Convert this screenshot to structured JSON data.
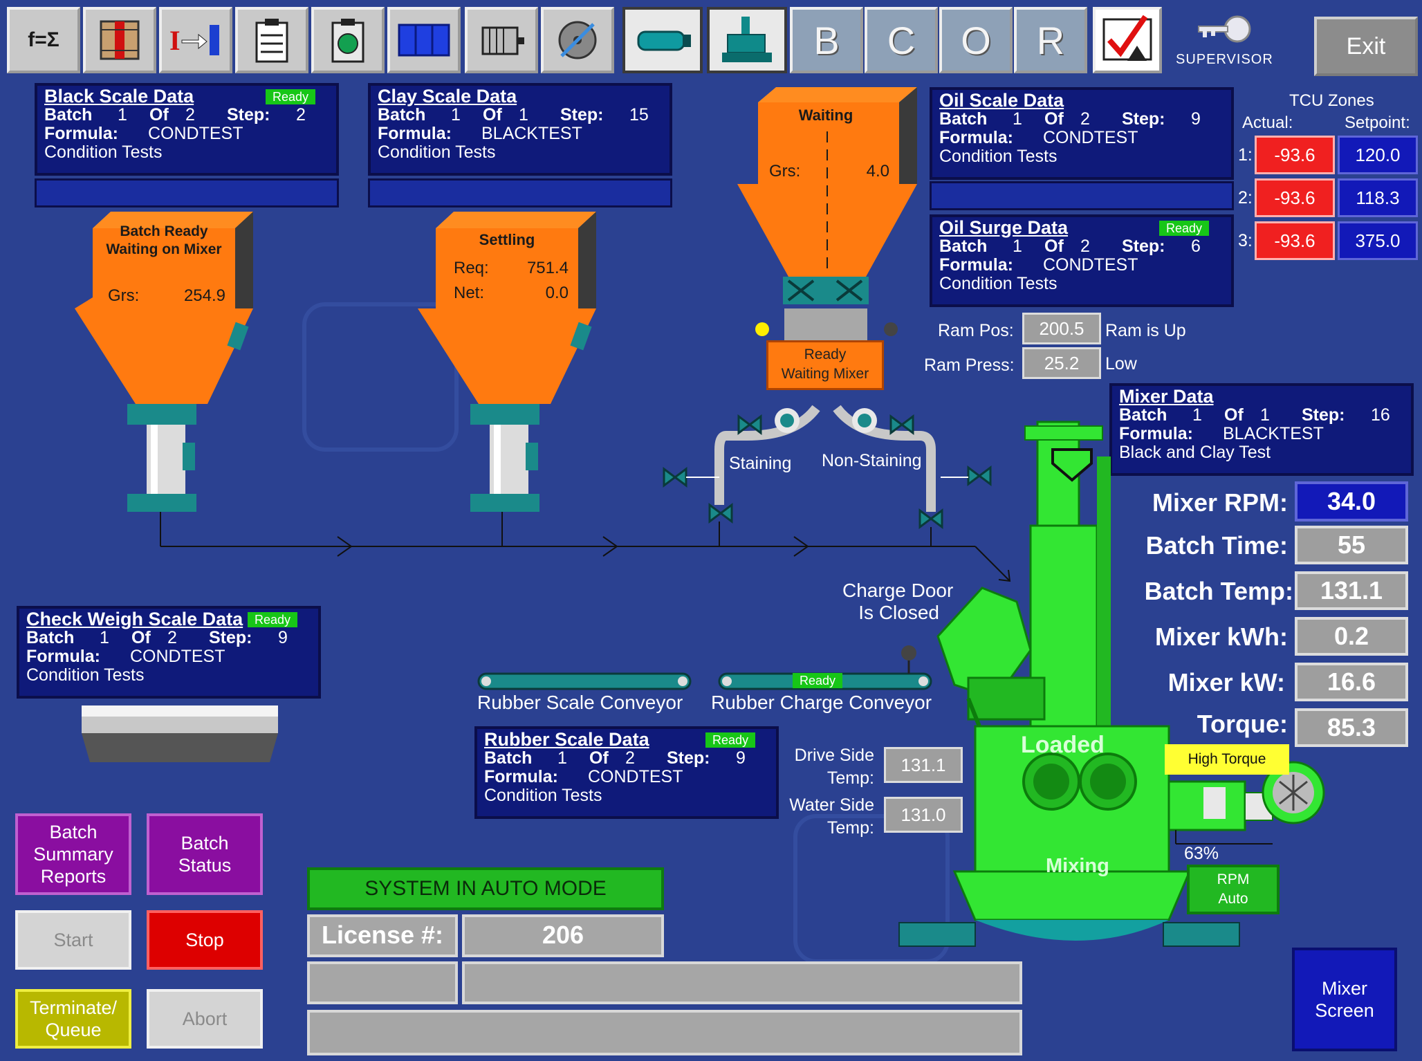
{
  "toolbar": {
    "formula_btn": "f=Σ",
    "letters": [
      "B",
      "C",
      "O",
      "R"
    ],
    "supervisor": "SUPERVISOR",
    "exit": "Exit"
  },
  "black_scale": {
    "title": "Black Scale Data",
    "status": "Ready",
    "batch_label": "Batch",
    "batch": "1",
    "of_label": "Of",
    "of": "2",
    "step_label": "Step:",
    "step": "2",
    "formula_label": "Formula:",
    "formula": "CONDTEST",
    "desc": "Condition Tests"
  },
  "clay_scale": {
    "title": "Clay Scale Data",
    "batch_label": "Batch",
    "batch": "1",
    "of_label": "Of",
    "of": "1",
    "step_label": "Step:",
    "step": "15",
    "formula_label": "Formula:",
    "formula": "BLACKTEST",
    "desc": "Condition Tests"
  },
  "oil_scale": {
    "title": "Oil Scale Data",
    "batch_label": "Batch",
    "batch": "1",
    "of_label": "Of",
    "of": "2",
    "step_label": "Step:",
    "step": "9",
    "formula_label": "Formula:",
    "formula": "CONDTEST",
    "desc": "Condition Tests"
  },
  "oil_surge": {
    "title": "Oil Surge Data",
    "status": "Ready",
    "batch_label": "Batch",
    "batch": "1",
    "of_label": "Of",
    "of": "2",
    "step_label": "Step:",
    "step": "6",
    "formula_label": "Formula:",
    "formula": "CONDTEST",
    "desc": "Condition Tests"
  },
  "mixer_data": {
    "title": "Mixer Data",
    "batch_label": "Batch",
    "batch": "1",
    "of_label": "Of",
    "of": "1",
    "step_label": "Step:",
    "step": "16",
    "formula_label": "Formula:",
    "formula": "BLACKTEST",
    "desc": "Black and Clay Test"
  },
  "check_weigh": {
    "title": "Check Weigh Scale Data",
    "status": "Ready",
    "batch_label": "Batch",
    "batch": "1",
    "of_label": "Of",
    "of": "2",
    "step_label": "Step:",
    "step": "9",
    "formula_label": "Formula:",
    "formula": "CONDTEST",
    "desc": "Condition Tests"
  },
  "rubber_scale": {
    "title": "Rubber Scale Data",
    "status": "Ready",
    "batch_label": "Batch",
    "batch": "1",
    "of_label": "Of",
    "of": "2",
    "step_label": "Step:",
    "step": "9",
    "formula_label": "Formula:",
    "formula": "CONDTEST",
    "desc": "Condition Tests"
  },
  "hopper_black": {
    "line1": "Batch Ready",
    "line2": "Waiting on Mixer",
    "grs_label": "Grs:",
    "grs": "254.9"
  },
  "hopper_clay": {
    "state": "Settling",
    "req_label": "Req:",
    "req": "751.4",
    "net_label": "Net:",
    "net": "0.0"
  },
  "hopper_oil": {
    "state": "Waiting",
    "grs_label": "Grs:",
    "grs": "4.0"
  },
  "oil_status": {
    "line1": "Ready",
    "line2": "Waiting Mixer"
  },
  "staining": "Staining",
  "non_staining": "Non-Staining",
  "tcu": {
    "title": "TCU Zones",
    "actual_label": "Actual:",
    "setpoint_label": "Setpoint:",
    "zones": [
      {
        "id": "1:",
        "actual": "-93.6",
        "setpoint": "120.0"
      },
      {
        "id": "2:",
        "actual": "-93.6",
        "setpoint": "118.3"
      },
      {
        "id": "3:",
        "actual": "-93.6",
        "setpoint": "375.0"
      }
    ]
  },
  "ram": {
    "pos_label": "Ram Pos:",
    "pos": "200.5",
    "pos_state": "Ram is Up",
    "press_label": "Ram Press:",
    "press": "25.2",
    "press_state": "Low"
  },
  "charge_door": {
    "line1": "Charge Door",
    "line2": "Is Closed"
  },
  "conveyors": {
    "rubber_scale": "Rubber Scale Conveyor",
    "rubber_charge": "Rubber Charge Conveyor",
    "charge_status": "Ready"
  },
  "temps": {
    "drive_label1": "Drive Side",
    "drive_label2": "Temp:",
    "drive": "131.1",
    "water_label1": "Water Side",
    "water_label2": "Temp:",
    "water": "131.0"
  },
  "mixer": {
    "loaded": "Loaded",
    "mixing": "Mixing",
    "high_torque": "High Torque",
    "percent": "63%",
    "rpm_mode1": "RPM",
    "rpm_mode2": "Auto",
    "rpm_label": "Mixer RPM:",
    "rpm": "34.0",
    "time_label": "Batch Time:",
    "time": "55",
    "temp_label": "Batch Temp:",
    "temp": "131.1",
    "kwh_label": "Mixer kWh:",
    "kwh": "0.2",
    "kw_label": "Mixer kW:",
    "kw": "16.6",
    "torque_label": "Torque:",
    "torque": "85.3"
  },
  "status_bar": "SYSTEM IN AUTO MODE",
  "license": {
    "label": "License #:",
    "value": "206"
  },
  "buttons": {
    "batch_summary_1": "Batch",
    "batch_summary_2": "Summary",
    "batch_summary_3": "Reports",
    "batch_status_1": "Batch",
    "batch_status_2": "Status",
    "start": "Start",
    "stop": "Stop",
    "terminate_1": "Terminate/",
    "terminate_2": "Queue",
    "abort": "Abort",
    "mixer_screen_1": "Mixer",
    "mixer_screen_2": "Screen"
  },
  "colors": {
    "background": "#2b4191",
    "hopper": "#ff7a10",
    "mixer": "#33e633",
    "ready": "#17c617",
    "alarm": "#f02020"
  }
}
